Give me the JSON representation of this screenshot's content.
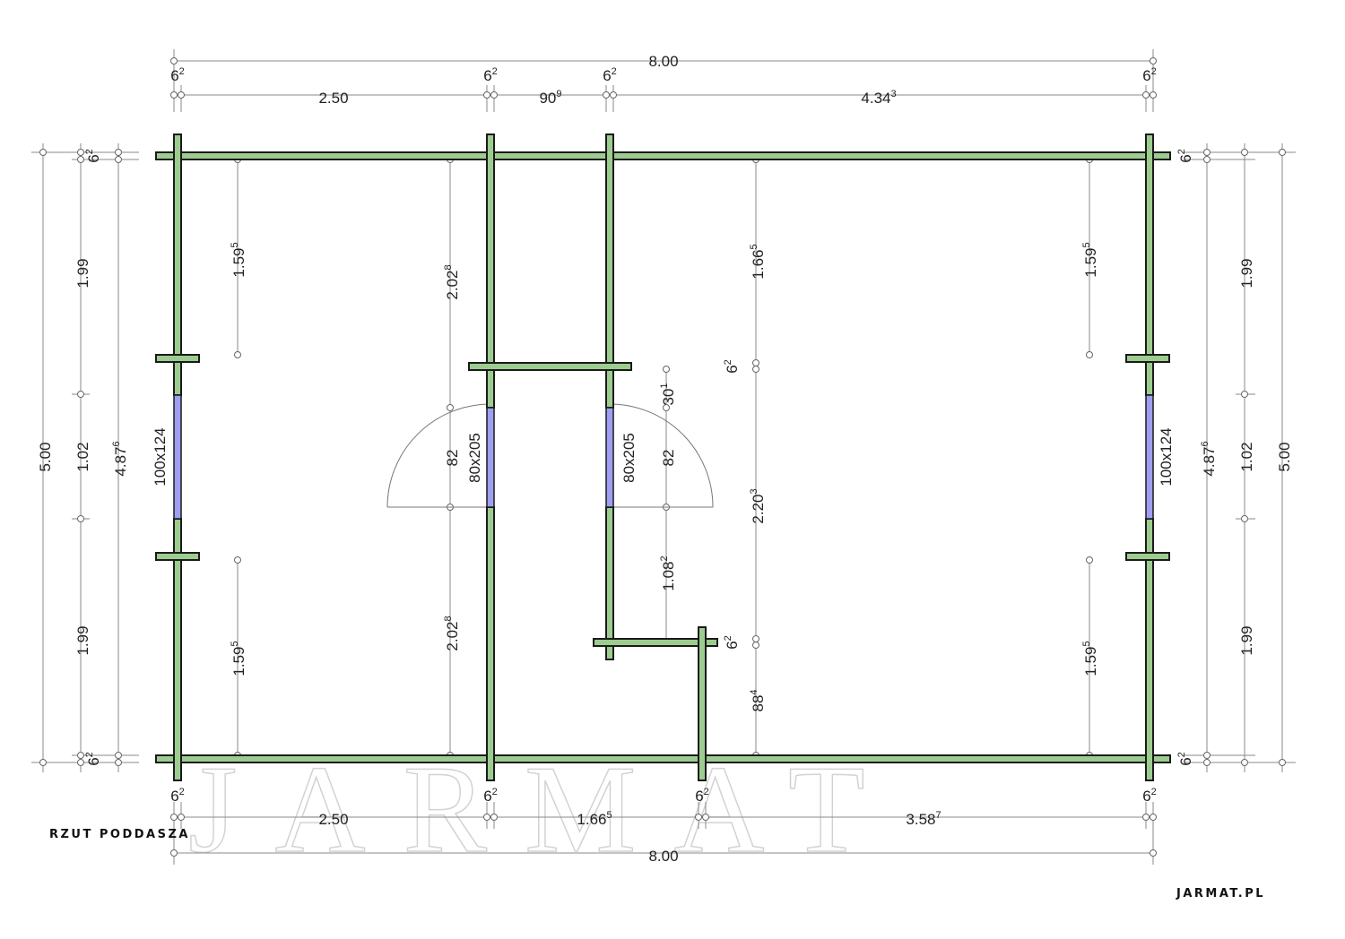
{
  "drawing": {
    "title": "RZUT PODDASZA",
    "site": "JARMAT.PL",
    "watermark": "JARMAT"
  },
  "colors": {
    "wall_fill": "#9ccc8f",
    "window_fill": "#9f9ff2",
    "line": "#1a1a1a",
    "dimension": "#8a8a8a"
  },
  "dimensions": {
    "top_total": {
      "main": "8.00",
      "sup": ""
    },
    "top_wall_1": {
      "main": "6",
      "sup": "2"
    },
    "top_span_1": {
      "main": "2.50",
      "sup": ""
    },
    "top_wall_2": {
      "main": "6",
      "sup": "2"
    },
    "top_span_2": {
      "main": "90",
      "sup": "9"
    },
    "top_wall_3": {
      "main": "6",
      "sup": "2"
    },
    "top_span_3": {
      "main": "4.34",
      "sup": "3"
    },
    "top_wall_4": {
      "main": "6",
      "sup": "2"
    },
    "bottom_total": {
      "main": "8.00",
      "sup": ""
    },
    "bottom_wall_1": {
      "main": "6",
      "sup": "2"
    },
    "bottom_span_1": {
      "main": "2.50",
      "sup": ""
    },
    "bottom_wall_2": {
      "main": "6",
      "sup": "2"
    },
    "bottom_span_2": {
      "main": "1.66",
      "sup": "5"
    },
    "bottom_wall_3": {
      "main": "6",
      "sup": "2"
    },
    "bottom_span_3": {
      "main": "3.58",
      "sup": "7"
    },
    "bottom_wall_4": {
      "main": "6",
      "sup": "2"
    },
    "left_total": {
      "main": "5.00",
      "sup": ""
    },
    "left_seg_1": {
      "main": "1.99",
      "sup": ""
    },
    "left_seg_2": {
      "main": "1.02",
      "sup": ""
    },
    "left_seg_3": {
      "main": "1.99",
      "sup": ""
    },
    "left_inner": {
      "main": "4.87",
      "sup": "6"
    },
    "left_wall_top": {
      "main": "6",
      "sup": "2"
    },
    "left_wall_bottom": {
      "main": "6",
      "sup": "2"
    },
    "right_total": {
      "main": "5.00",
      "sup": ""
    },
    "right_seg_1": {
      "main": "1.99",
      "sup": ""
    },
    "right_seg_2": {
      "main": "1.02",
      "sup": ""
    },
    "right_seg_3": {
      "main": "1.99",
      "sup": ""
    },
    "right_inner": {
      "main": "4.87",
      "sup": "6"
    },
    "right_wall_top": {
      "main": "6",
      "sup": "2"
    },
    "right_wall_bottom": {
      "main": "6",
      "sup": "2"
    },
    "room1_upper": {
      "main": "1.59",
      "sup": "5"
    },
    "room1_lower": {
      "main": "1.59",
      "sup": "5"
    },
    "room1_window": {
      "main": "100x124",
      "sup": ""
    },
    "room2_upper": {
      "main": "2.02",
      "sup": "8"
    },
    "room2_lower": {
      "main": "2.02",
      "sup": "8"
    },
    "room2_door": {
      "main": "82",
      "sup": ""
    },
    "door_left": {
      "main": "80x205",
      "sup": ""
    },
    "door_right": {
      "main": "80x205",
      "sup": ""
    },
    "hall_top": {
      "main": "30",
      "sup": "1"
    },
    "hall_door": {
      "main": "82",
      "sup": ""
    },
    "hall_lower": {
      "main": "1.08",
      "sup": "2"
    },
    "room3_upper": {
      "main": "1.66",
      "sup": "5"
    },
    "room3_wall_1": {
      "main": "6",
      "sup": "2"
    },
    "room3_mid": {
      "main": "2.20",
      "sup": "3"
    },
    "room3_wall_2": {
      "main": "6",
      "sup": "2"
    },
    "room3_lower": {
      "main": "88",
      "sup": "4"
    },
    "room4_upper": {
      "main": "1.59",
      "sup": "5"
    },
    "room4_lower": {
      "main": "1.59",
      "sup": "5"
    },
    "room4_window": {
      "main": "100x124",
      "sup": ""
    }
  }
}
